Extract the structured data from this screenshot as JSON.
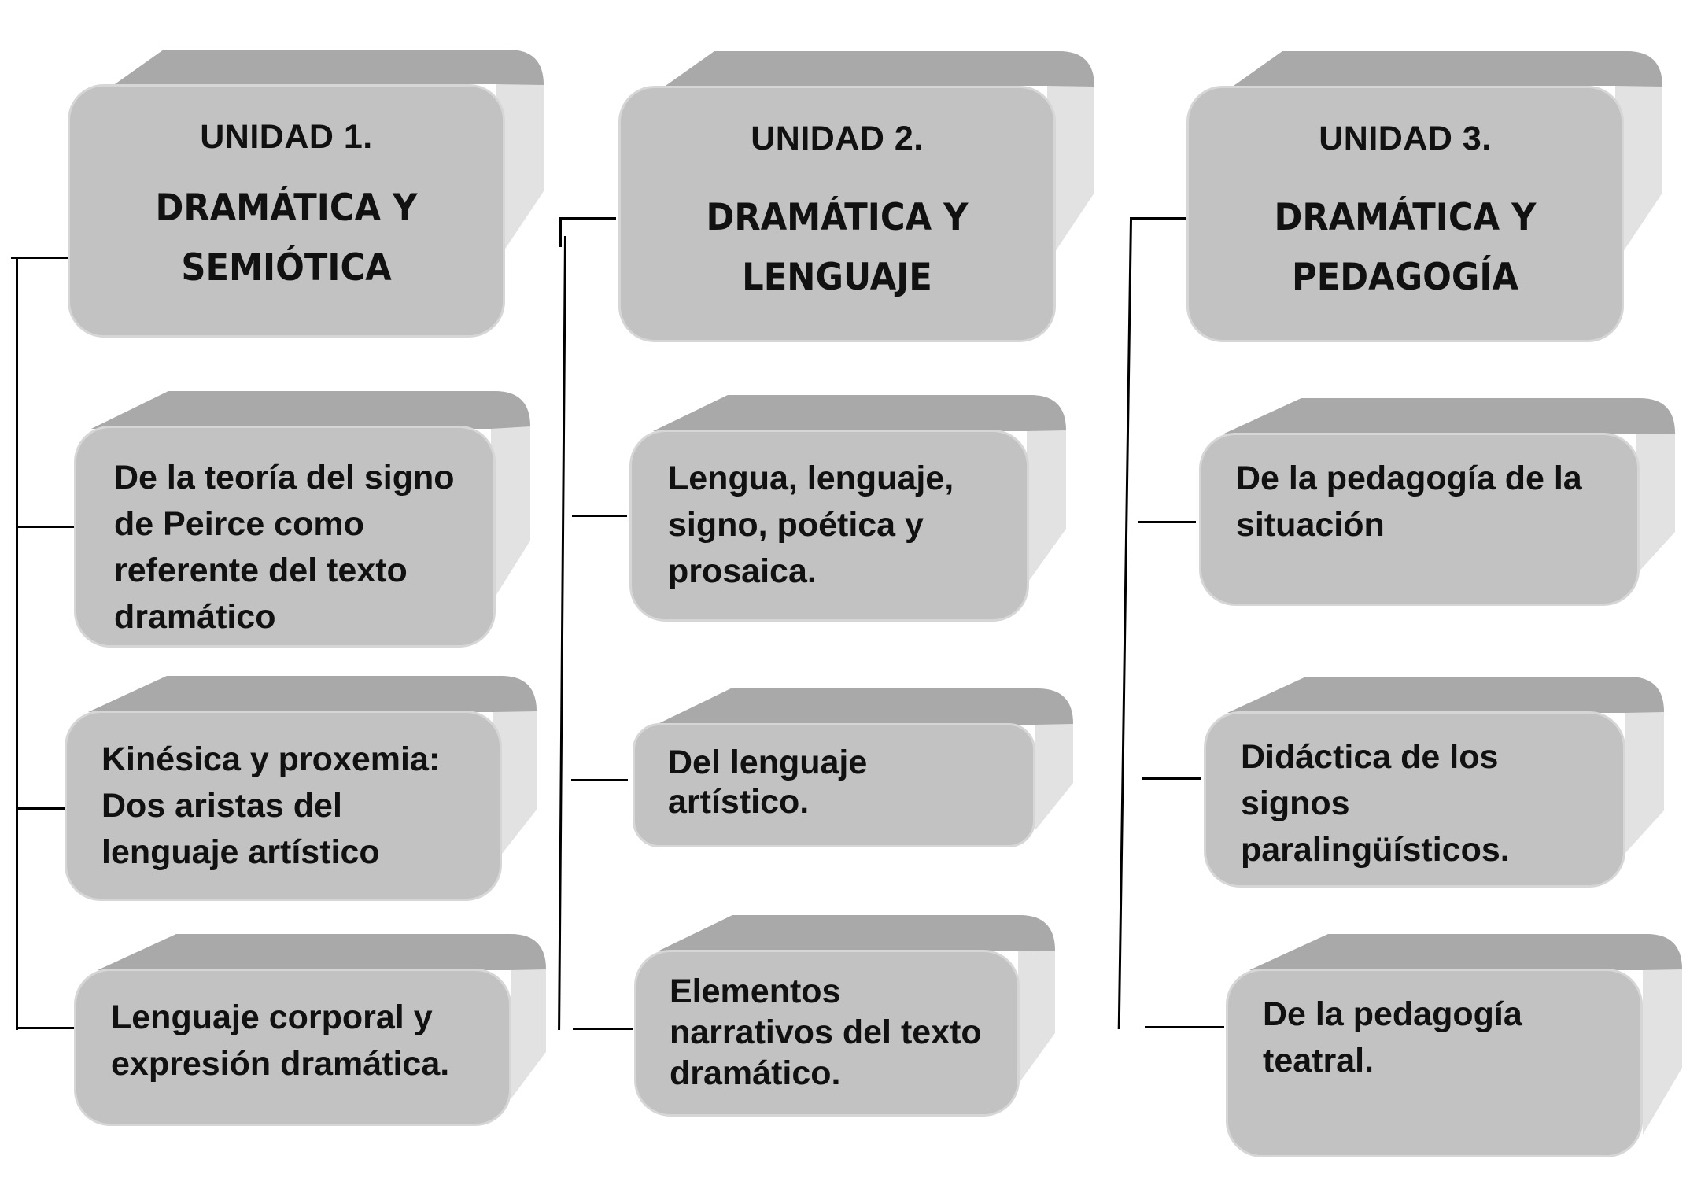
{
  "units": [
    {
      "label": "UNIDAD 1.",
      "title": "DRAMÁTICA Y SEMIÓTICA",
      "topics": [
        "De la teoría del signo de Peirce como referente del texto dramático",
        "Kinésica y proxemia: Dos aristas del lenguaje artístico",
        "Lenguaje corporal y expresión dramática."
      ]
    },
    {
      "label": "UNIDAD 2.",
      "title": "DRAMÁTICA Y LENGUAJE",
      "topics": [
        "Lengua, lenguaje, signo, poética y prosaica.",
        "Del lenguaje artístico.",
        "Elementos narrativos del texto dramático."
      ]
    },
    {
      "label": "UNIDAD 3.",
      "title": "DRAMÁTICA Y PEDAGOGÍA",
      "topics": [
        "De la pedagogía de la situación",
        "Didáctica de los signos paralingüísticos.",
        "De la pedagogía teatral."
      ]
    }
  ],
  "colors": {
    "box_face": "#c2c2c2",
    "box_top": "#a9a9a9",
    "box_side": "#e2e2e2",
    "connector": "#000000"
  }
}
